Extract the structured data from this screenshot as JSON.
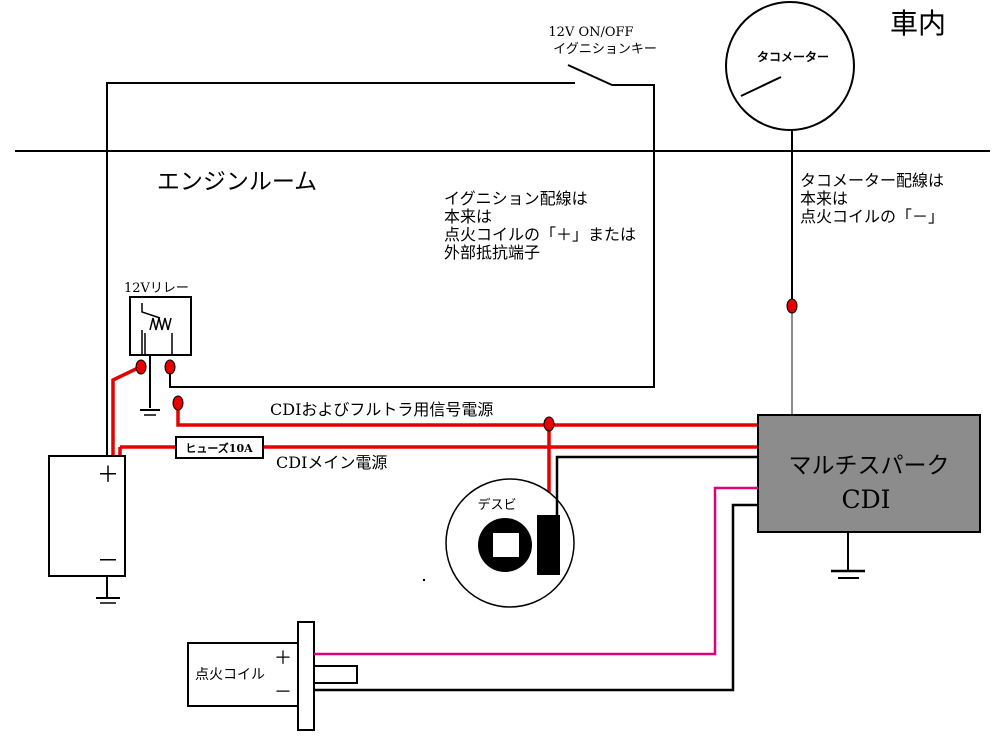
{
  "labels": {
    "car_interior": "車内",
    "engine_room": "エンジンルーム",
    "ignition_key_line1": "12V ON/OFF",
    "ignition_key_line2": "イグニションキー",
    "tachometer": "タコメーター",
    "tach_note_line1": "タコメーター配線は",
    "tach_note_line2": "本来は",
    "tach_note_line3": "点火コイルの「－」",
    "ign_note_line1": "イグニション配線は",
    "ign_note_line2": "本来は",
    "ign_note_line3": "点火コイルの「＋」または",
    "ign_note_line4": "外部抵抗端子",
    "relay": "12Vリレー",
    "signal_power": "CDIおよびフルトラ用信号電源",
    "fuse": "ヒューズ10A",
    "main_power": "CDIメイン電源",
    "distributor": "デスビ",
    "cdi_line1": "マルチスパーク",
    "cdi_line2": "CDI",
    "battery_plus": "＋",
    "battery_minus": "－",
    "coil": "点火コイル",
    "coil_plus": "＋",
    "coil_minus": "－"
  },
  "colors": {
    "power_wire": "#e60000",
    "signal_wire": "#e0007a",
    "ground_wire": "#000000",
    "cdi_box": "#8c8c8c",
    "connector": "#e60000",
    "tach_wire": "#8c8c8c"
  }
}
